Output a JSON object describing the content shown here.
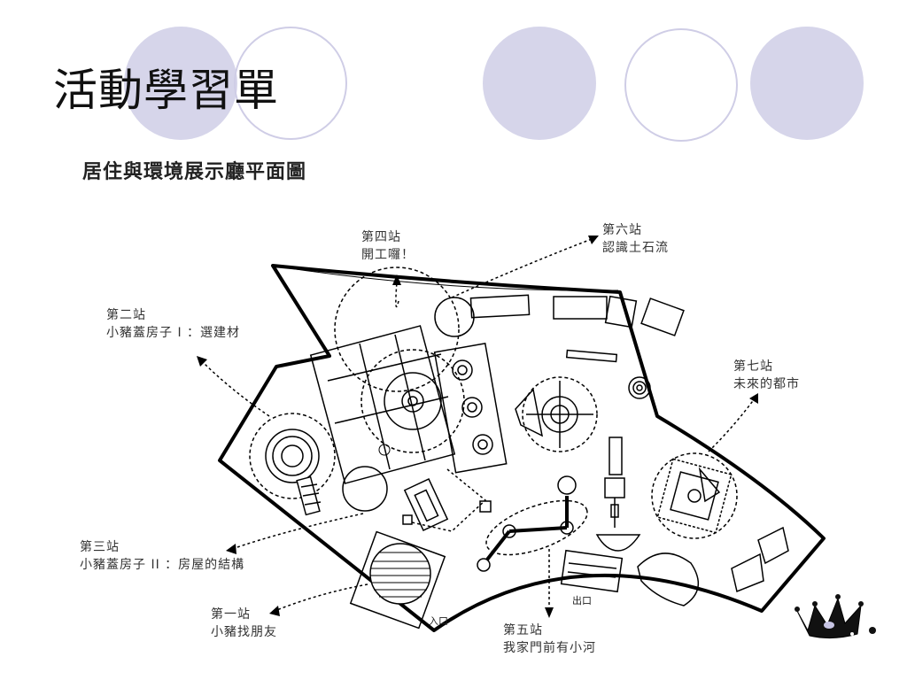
{
  "slide": {
    "title": "活動學習單",
    "subtitle": "居住與環境展示廳平面圖",
    "colors": {
      "bubble_fill": "#d6d5ea",
      "bubble_outline": "#cfcde6"
    }
  },
  "stations": [
    {
      "id": "s1",
      "name": "第一站",
      "desc": "小豬找朋友"
    },
    {
      "id": "s2",
      "name": "第二站",
      "desc": "小豬蓋房子 I ：選建材"
    },
    {
      "id": "s3",
      "name": "第三站",
      "desc": "小豬蓋房子 II ：房屋的結構"
    },
    {
      "id": "s4",
      "name": "第四站",
      "desc": "開工囉！"
    },
    {
      "id": "s5",
      "name": "第五站",
      "desc": "我家門前有小河"
    },
    {
      "id": "s6",
      "name": "第六站",
      "desc": "認識土石流"
    },
    {
      "id": "s7",
      "name": "第七站",
      "desc": "未來的都市"
    }
  ],
  "map_labels": {
    "entrance": "入口",
    "exit": "出口"
  },
  "icons": {
    "corner_logo": "crown-icon"
  }
}
